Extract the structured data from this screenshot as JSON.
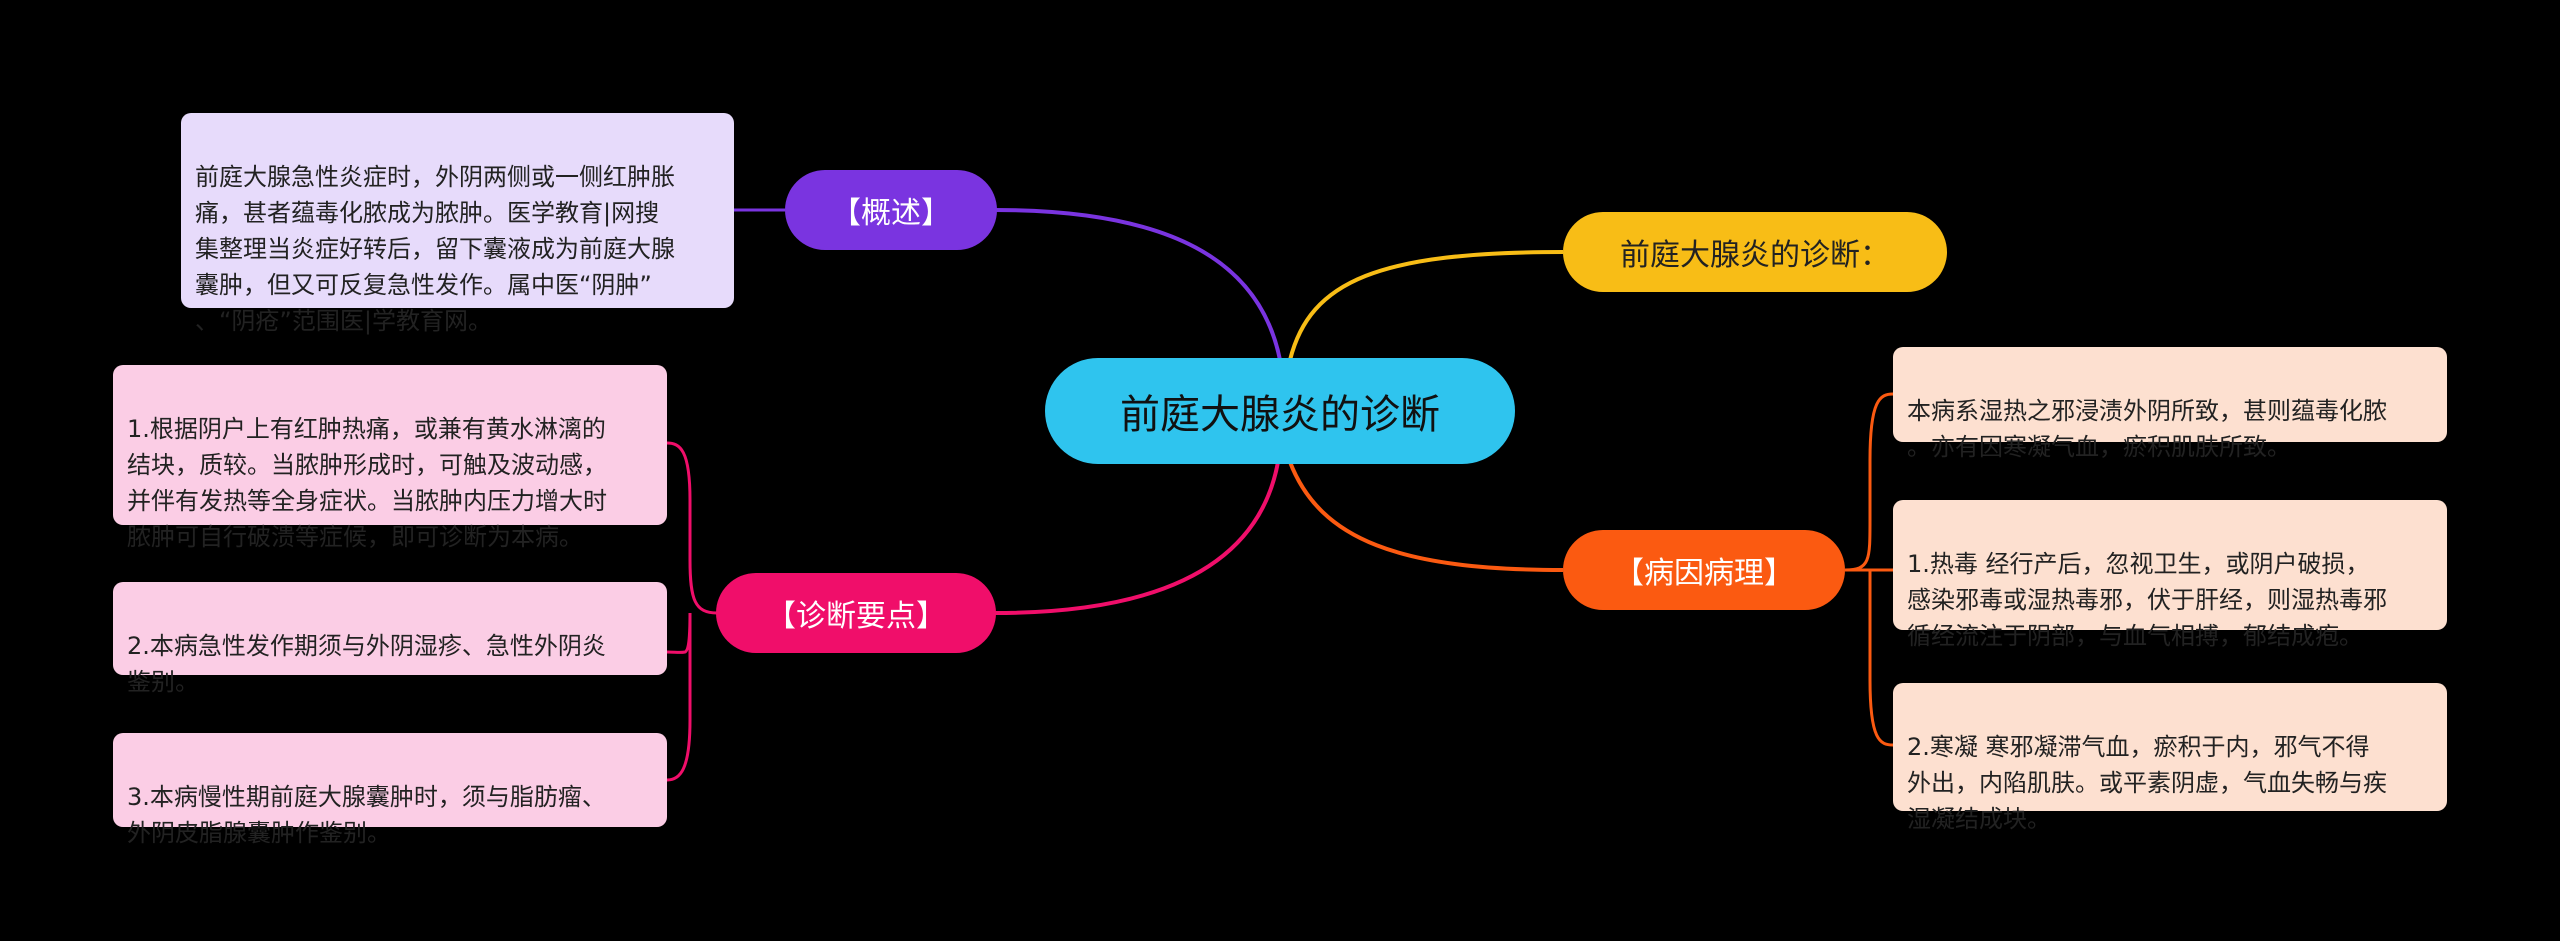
{
  "center": {
    "title": "前庭大腺炎的诊断"
  },
  "branches": {
    "overview": {
      "label": "【概述】",
      "color": "#7a34e0",
      "text": "前庭大腺急性炎症时，外阴两侧或一侧红肿胀\n痛，甚者蕴毒化脓成为脓肿。医学教育|网搜\n集整理当炎症好转后，留下囊液成为前庭大腺\n囊肿，但又可反复急性发作。属中医“阴肿”\n、“阴疮”范围医|学教育网。"
    },
    "diagnosis_points": {
      "label": "【诊断要点】",
      "color": "#f00e6a",
      "items": [
        "1.根据阴户上有红肿热痛，或兼有黄水淋漓的\n结块，质较。当脓肿形成时，可触及波动感，\n并伴有发热等全身症状。当脓肿内压力增大时\n脓肿可自行破溃等症候，即可诊断为本病。",
        "2.本病急性发作期须与外阴湿疹、急性外阴炎\n鉴别。",
        "3.本病慢性期前庭大腺囊肿时，须与脂肪瘤、\n外阴皮脂腺囊肿作鉴别。"
      ]
    },
    "diagnosis_title": {
      "label": "前庭大腺炎的诊断：",
      "color": "#f8bd16"
    },
    "etiology": {
      "label": "【病因病理】",
      "color": "#fb5a11",
      "items": [
        "本病系湿热之邪浸渍外阴所致，甚则蕴毒化脓\n。亦有因寒凝气血，瘀积肌肤所致。",
        "1.热毒 经行产后，忽视卫生，或阴户破损，\n感染邪毒或湿热毒邪，伏于肝经，则湿热毒邪\n循经流注于阴部，与血气相搏，郁结成疱。",
        "2.寒凝 寒邪凝滞气血，瘀积于内，邪气不得\n外出，内陷肌肤。或平素阴虚，气血失畅与疾\n湿凝结成块。"
      ]
    }
  }
}
